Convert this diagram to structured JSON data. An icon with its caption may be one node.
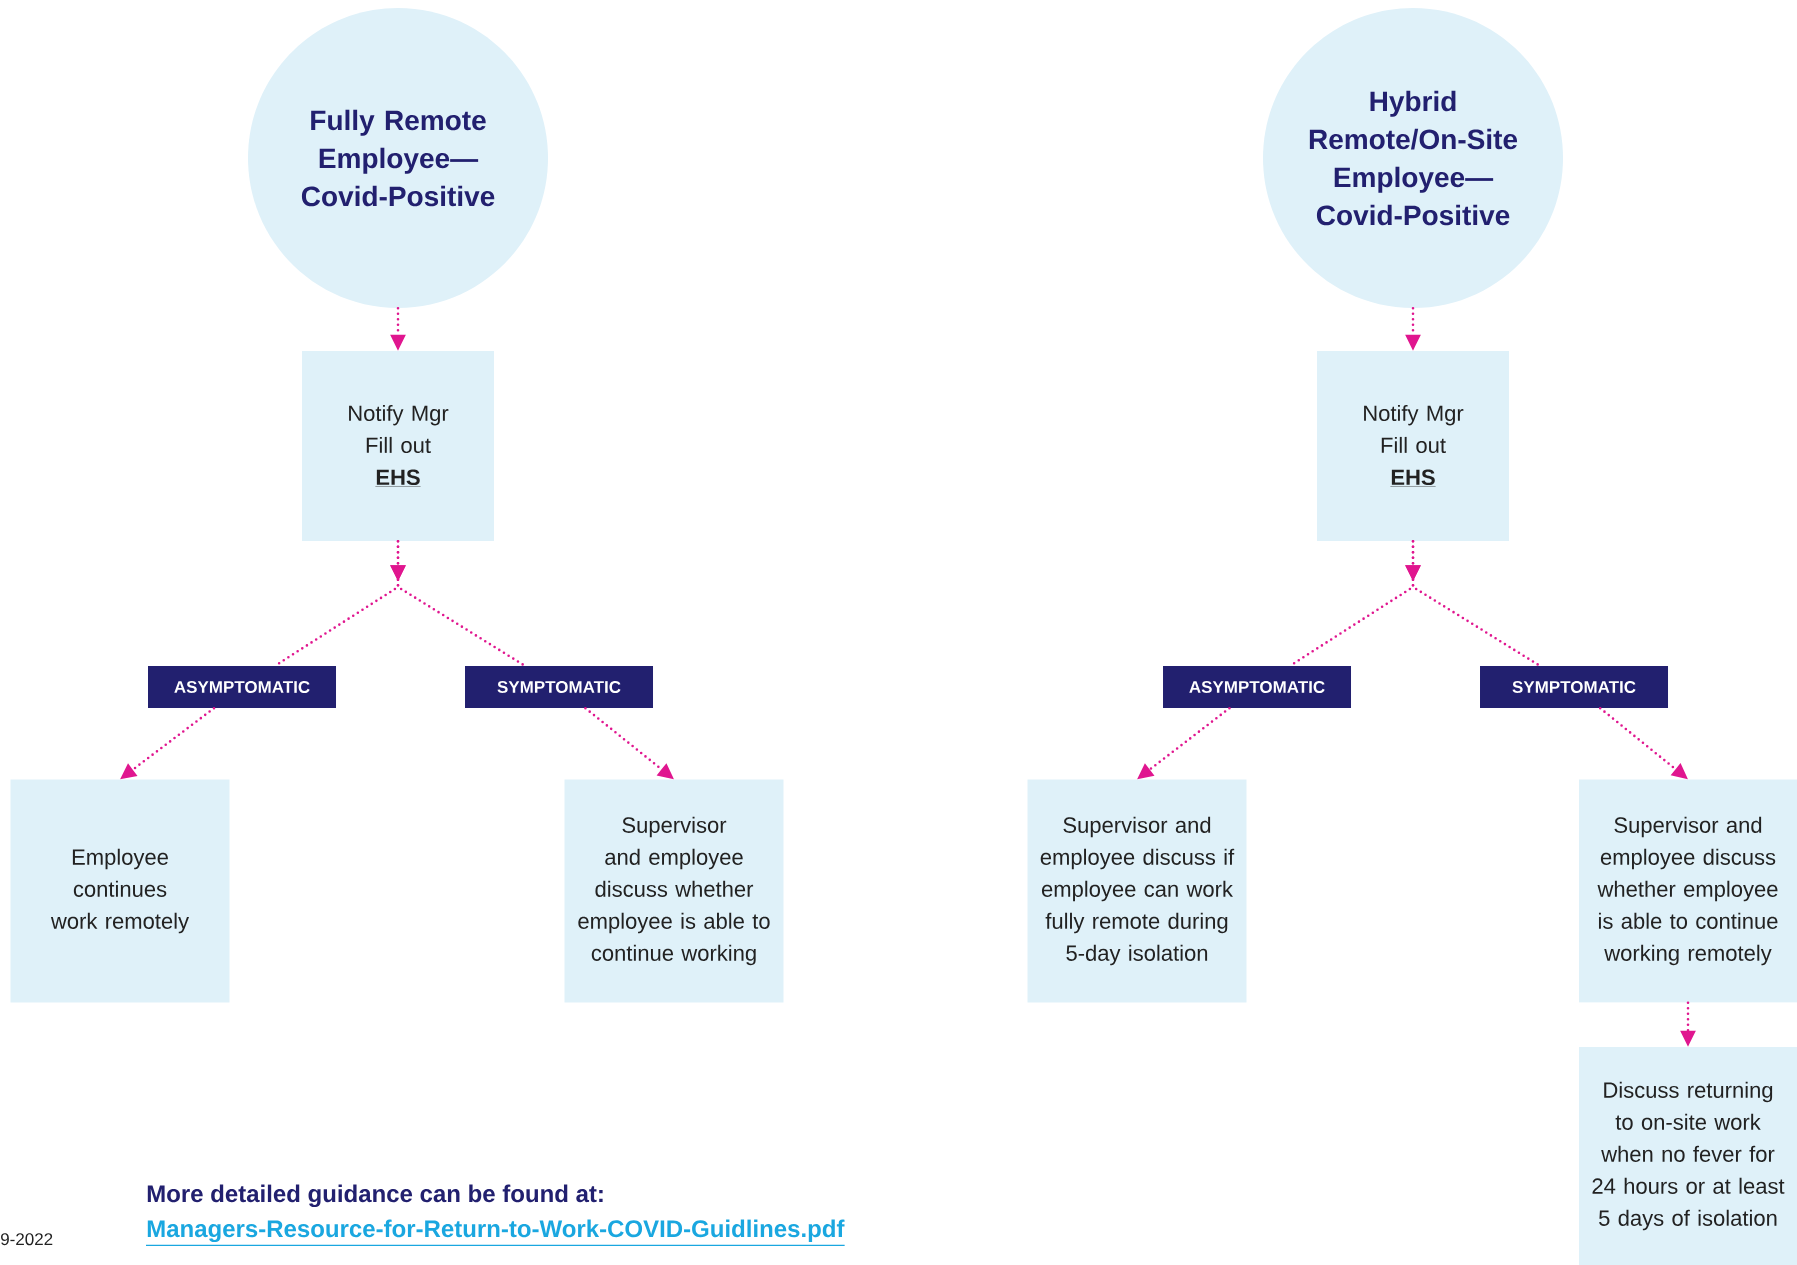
{
  "diagram": {
    "nodes": [
      {
        "text": [
          "Fully Remote Employee— Covid-Positive"
        ]
      },
      {
        "text": [
          "Notify Mgr Fill out",
          "EHS"
        ]
      },
      {
        "text": [
          "ASYMPTOMATIC"
        ]
      },
      {
        "text": [
          "SYMPTOMATIC"
        ]
      },
      {
        "text": [
          "Employee continues work remotely"
        ]
      },
      {
        "text": [
          "Supervisor and employee discuss whether employee is able to continue working"
        ]
      },
      {
        "text": [
          "Hybrid Remote/On-Site Employee— Covid-Positive"
        ]
      },
      {
        "text": [
          "Notify Mgr Fill out",
          "EHS"
        ]
      },
      {
        "text": [
          "ASYMPTOMATIC"
        ]
      },
      {
        "text": [
          "SYMPTOMATIC"
        ]
      },
      {
        "text": [
          "Supervisor and employee discuss if employee can work fully remote during 5-day isolation"
        ]
      },
      {
        "text": [
          "Supervisor and employee discuss whether employee is able to continue working remotely"
        ]
      },
      {
        "text": [
          "Discuss returning to on-site work when no fever for 24 hours or at least 5 days of isolation"
        ]
      }
    ],
    "edges": [
      {
        "from": 0,
        "to": 1,
        "arrow": "to"
      },
      {
        "from": 1,
        "to": 2,
        "arrow": "to"
      },
      {
        "from": 1,
        "to": 3,
        "arrow": "to"
      },
      {
        "from": 2,
        "to": 4,
        "arrow": "to"
      },
      {
        "from": 3,
        "to": 5,
        "arrow": "to"
      },
      {
        "from": 6,
        "to": 7,
        "arrow": "to"
      },
      {
        "from": 7,
        "to": 8,
        "arrow": "to"
      },
      {
        "from": 7,
        "to": 9,
        "arrow": "to"
      },
      {
        "from": 8,
        "to": 10,
        "arrow": "to"
      },
      {
        "from": 9,
        "to": 11,
        "arrow": "to"
      },
      {
        "from": 11,
        "to": 12,
        "arrow": "to"
      }
    ],
    "labels": [
      "More detailed guidance can be found at:",
      "Managers-Resource-for-Return-to-Work-COVID-Guidlines.pdf",
      "9-2022"
    ]
  }
}
